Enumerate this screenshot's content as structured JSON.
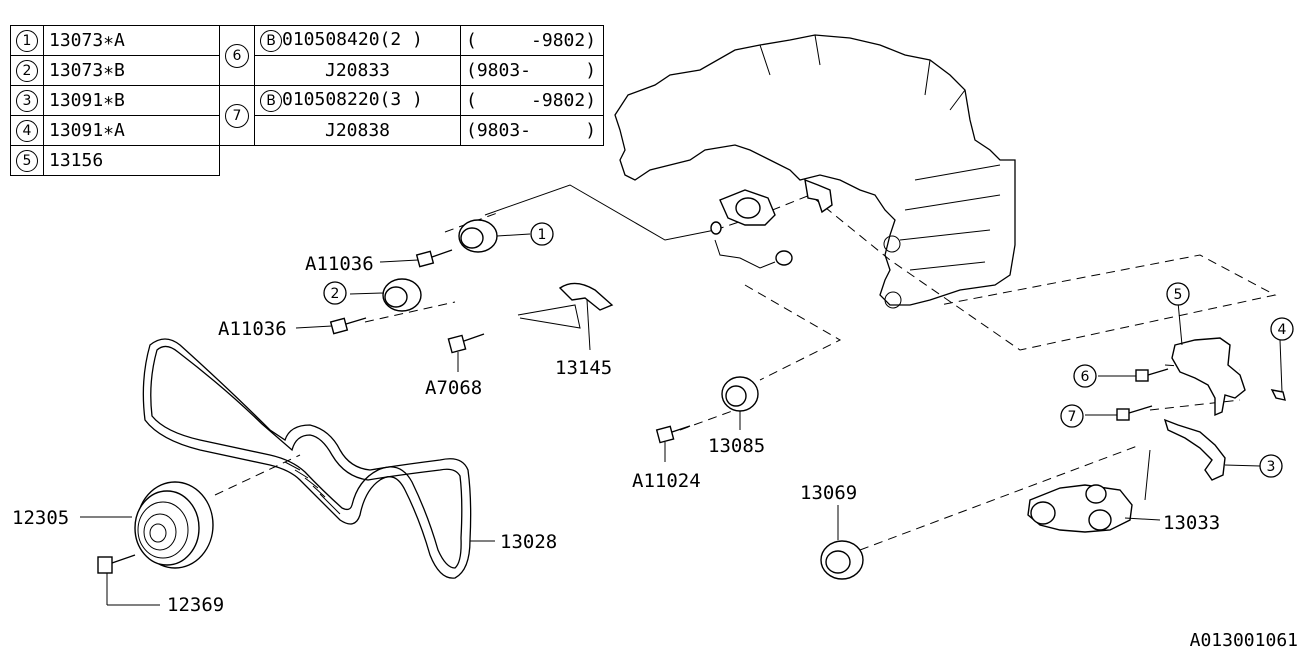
{
  "legend": {
    "rows_left": [
      {
        "key": "1",
        "part": "13073∗A"
      },
      {
        "key": "2",
        "part": "13073∗B"
      },
      {
        "key": "3",
        "part": "13091∗B"
      },
      {
        "key": "4",
        "part": "13091∗A"
      },
      {
        "key": "5",
        "part": "13156"
      }
    ],
    "rows_right": [
      {
        "key": "6",
        "bolt_prefix": "B",
        "lines": [
          {
            "part": "010508420(2 )",
            "range": "(     -9802)"
          },
          {
            "part": "J20833",
            "range": "(9803-     )"
          }
        ]
      },
      {
        "key": "7",
        "bolt_prefix": "B",
        "lines": [
          {
            "part": "010508220(3 )",
            "range": "(     -9802)"
          },
          {
            "part": "J20838",
            "range": "(9803-     )"
          }
        ]
      }
    ]
  },
  "callouts": {
    "c1": "1",
    "c2": "2",
    "c3": "3",
    "c4": "4",
    "c5": "5",
    "c6": "6",
    "c7": "7"
  },
  "labels": {
    "a11036_upper": "A11036",
    "a11036_lower": "A11036",
    "a7068": "A7068",
    "p13145": "13145",
    "p13085": "13085",
    "a11024": "A11024",
    "p13069": "13069",
    "p13033": "13033",
    "p12305": "12305",
    "p13028": "13028",
    "p12369": "12369"
  },
  "reference_code": "A013001061"
}
